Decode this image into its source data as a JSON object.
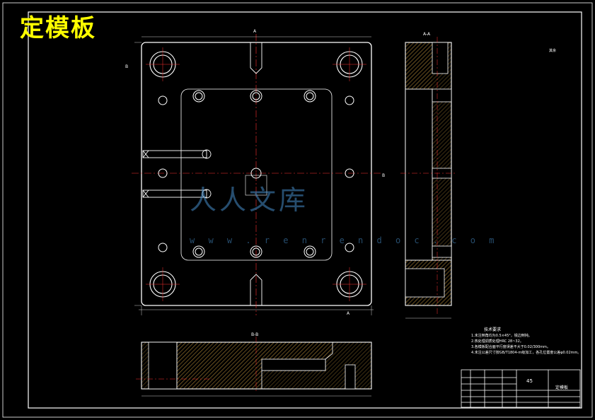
{
  "title": "定模板",
  "watermark": {
    "text": "人人文库",
    "url": "w w w . r e n r e n d o c . c o m"
  },
  "section_labels": {
    "aa": "A-A",
    "bb": "B-B",
    "a": "A",
    "b": "B"
  },
  "roughness_note": "其余",
  "tech_requirements": {
    "heading": "技术要求",
    "items": [
      "1.未注倒角均为0.5×45°，锐边倒钝。",
      "2.热处理调质处理HRC 28~32。",
      "3.各模板配合面平行度误差不大于0.02/300mm。",
      "4.未注公差尺寸按GB/T1804-m级加工，各孔位置度公差φ0.02mm。"
    ]
  },
  "title_block": {
    "material": "45",
    "part_name": "定模板"
  },
  "colors": {
    "background": "#000000",
    "line": "#ffffff",
    "title": "#ffff00",
    "center": "#ff0000",
    "dim": "#00ffff",
    "watermark": "#4a8cc8"
  }
}
